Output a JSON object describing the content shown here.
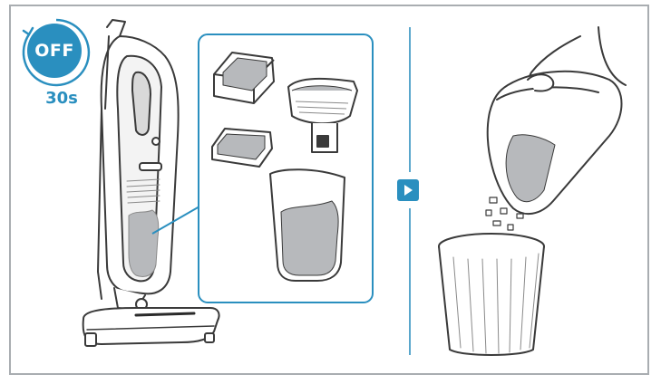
{
  "badge": {
    "text": "OFF",
    "timer": "30s",
    "icon": "power-off-icon"
  },
  "colors": {
    "accent": "#2a8fbf",
    "line": "#3a3a3a",
    "dust": "#b7b9bc",
    "frame": "#a9adb1"
  },
  "panels": [
    {
      "name": "vacuum-and-parts",
      "icon": "stick-vacuum-icon"
    },
    {
      "name": "empty-dust-container",
      "icon": "trash-bin-icon"
    }
  ],
  "step_icon": "play-arrow-icon"
}
